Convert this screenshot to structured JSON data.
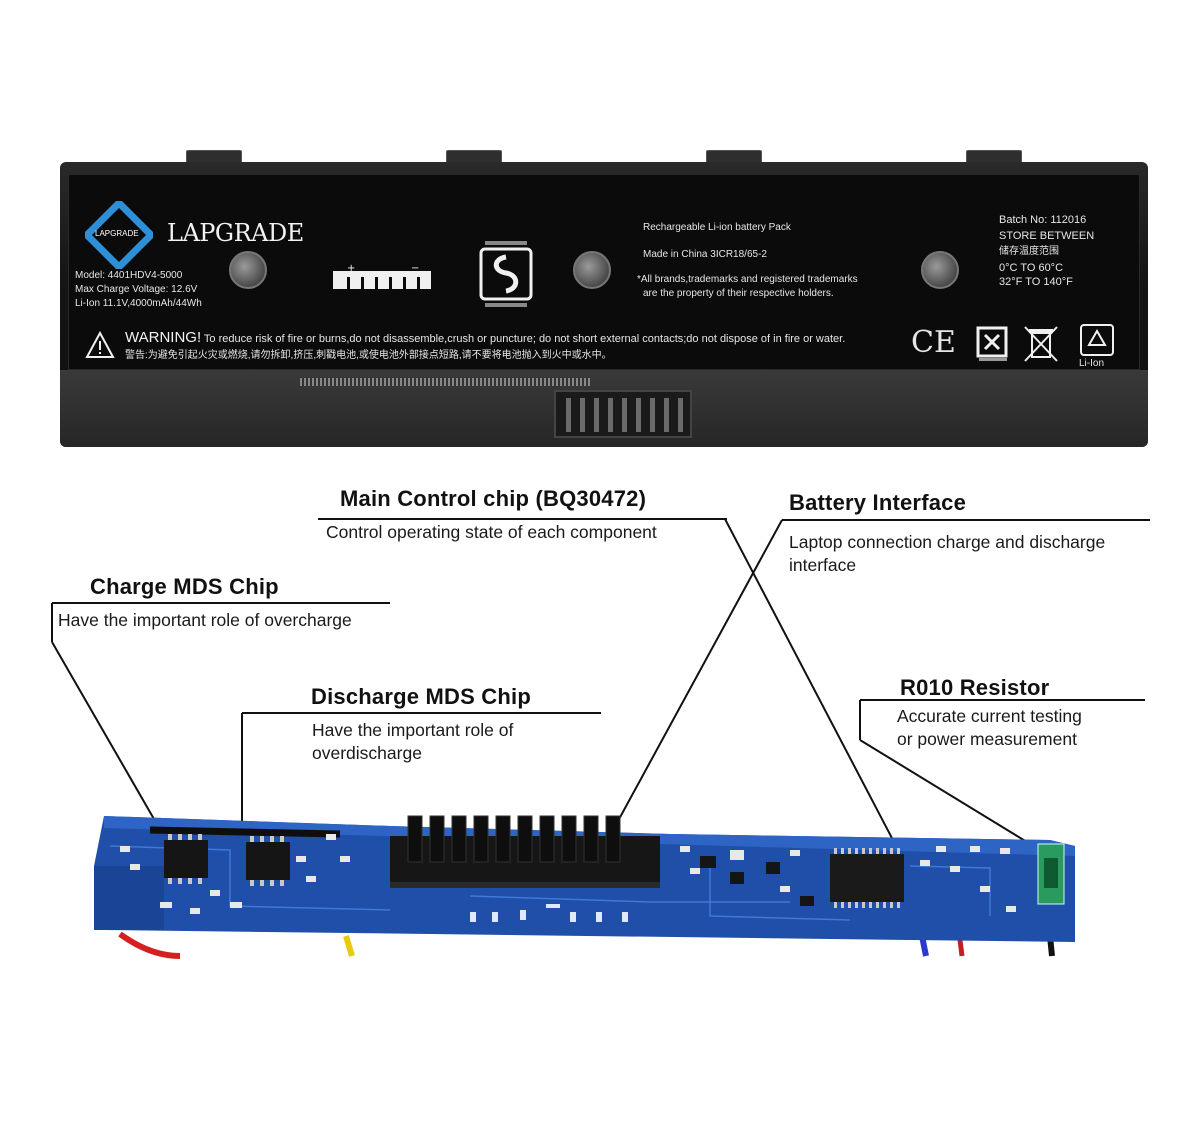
{
  "battery": {
    "brand": "LAPGRADE",
    "logo_text": "LAPGRADE",
    "model": "Model:  4401HDV4-5000",
    "max_charge": "Max Charge Voltage: 12.6V",
    "spec": "Li-Ion  11.1V,4000mAh/44Wh",
    "pack_type": "Rechargeable Li-ion battery Pack",
    "made_in": "Made in China  3ICR18/65-2",
    "trademark_1": "*All brands,trademarks and registered trademarks",
    "trademark_2": "are the property of their respective holders.",
    "batch": "Batch No:  112016",
    "store": "STORE BETWEEN",
    "store_cn": "储存温度范围",
    "temp_c": "0°C  TO  60°C",
    "temp_f": "32°F  TO  140°F",
    "warning_title": "WARNING!",
    "warning_text": "To reduce risk of fire or burns,do not disassemble,crush or puncture; do not short external contacts;do not dispose of in fire or water.",
    "warning_cn": "警告:为避免引起火灾或燃烧,请勿拆卸,挤压,刺戳电池,或使电池外部接点短路,请不要将电池抛入到火中或水中。",
    "ce_mark": "CE",
    "chemistry_label": "Li-Ion"
  },
  "annotations": {
    "main_control": {
      "title": "Main Control chip (BQ30472)",
      "desc": "Control operating state of each component"
    },
    "battery_interface": {
      "title": "Battery Interface",
      "desc_1": "Laptop connection charge and discharge",
      "desc_2": "interface"
    },
    "charge_mds": {
      "title": "Charge MDS Chip",
      "desc": "Have the important role of overcharge"
    },
    "discharge_mds": {
      "title": "Discharge MDS Chip",
      "desc_1": "Have the important role of",
      "desc_2": "overdischarge"
    },
    "r010": {
      "title": "R010 Resistor",
      "desc_1": "Accurate current testing",
      "desc_2": "or power measurement"
    }
  },
  "colors": {
    "battery_black": "#0b0b0b",
    "pcb_blue": "#1f4fa8",
    "pcb_dark": "#173a80",
    "leader_line": "#111111"
  }
}
